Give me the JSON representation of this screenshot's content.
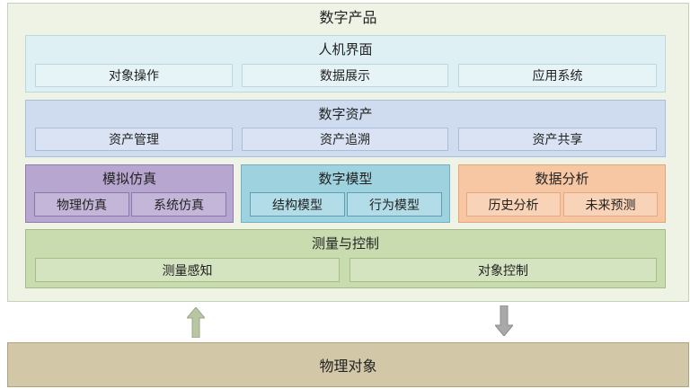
{
  "digital_product": {
    "title": "数字产品"
  },
  "hmi": {
    "title": "人机界面",
    "items": [
      "对象操作",
      "数据展示",
      "应用系统"
    ]
  },
  "digital_assets": {
    "title": "数字资产",
    "items": [
      "资产管理",
      "资产追溯",
      "资产共享"
    ]
  },
  "simulation": {
    "title": "模拟仿真",
    "items": [
      "物理仿真",
      "系统仿真"
    ]
  },
  "digital_model": {
    "title": "数字模型",
    "items": [
      "结构模型",
      "行为模型"
    ]
  },
  "data_analysis": {
    "title": "数据分析",
    "items": [
      "历史分析",
      "未来预测"
    ]
  },
  "measure_control": {
    "title": "测量与控制",
    "items": [
      "测量感知",
      "对象控制"
    ]
  },
  "physical_object": {
    "title": "物理对象"
  },
  "colors": {
    "up_arrow": "#b9c6a4",
    "down_arrow": "#a9a9a9"
  }
}
